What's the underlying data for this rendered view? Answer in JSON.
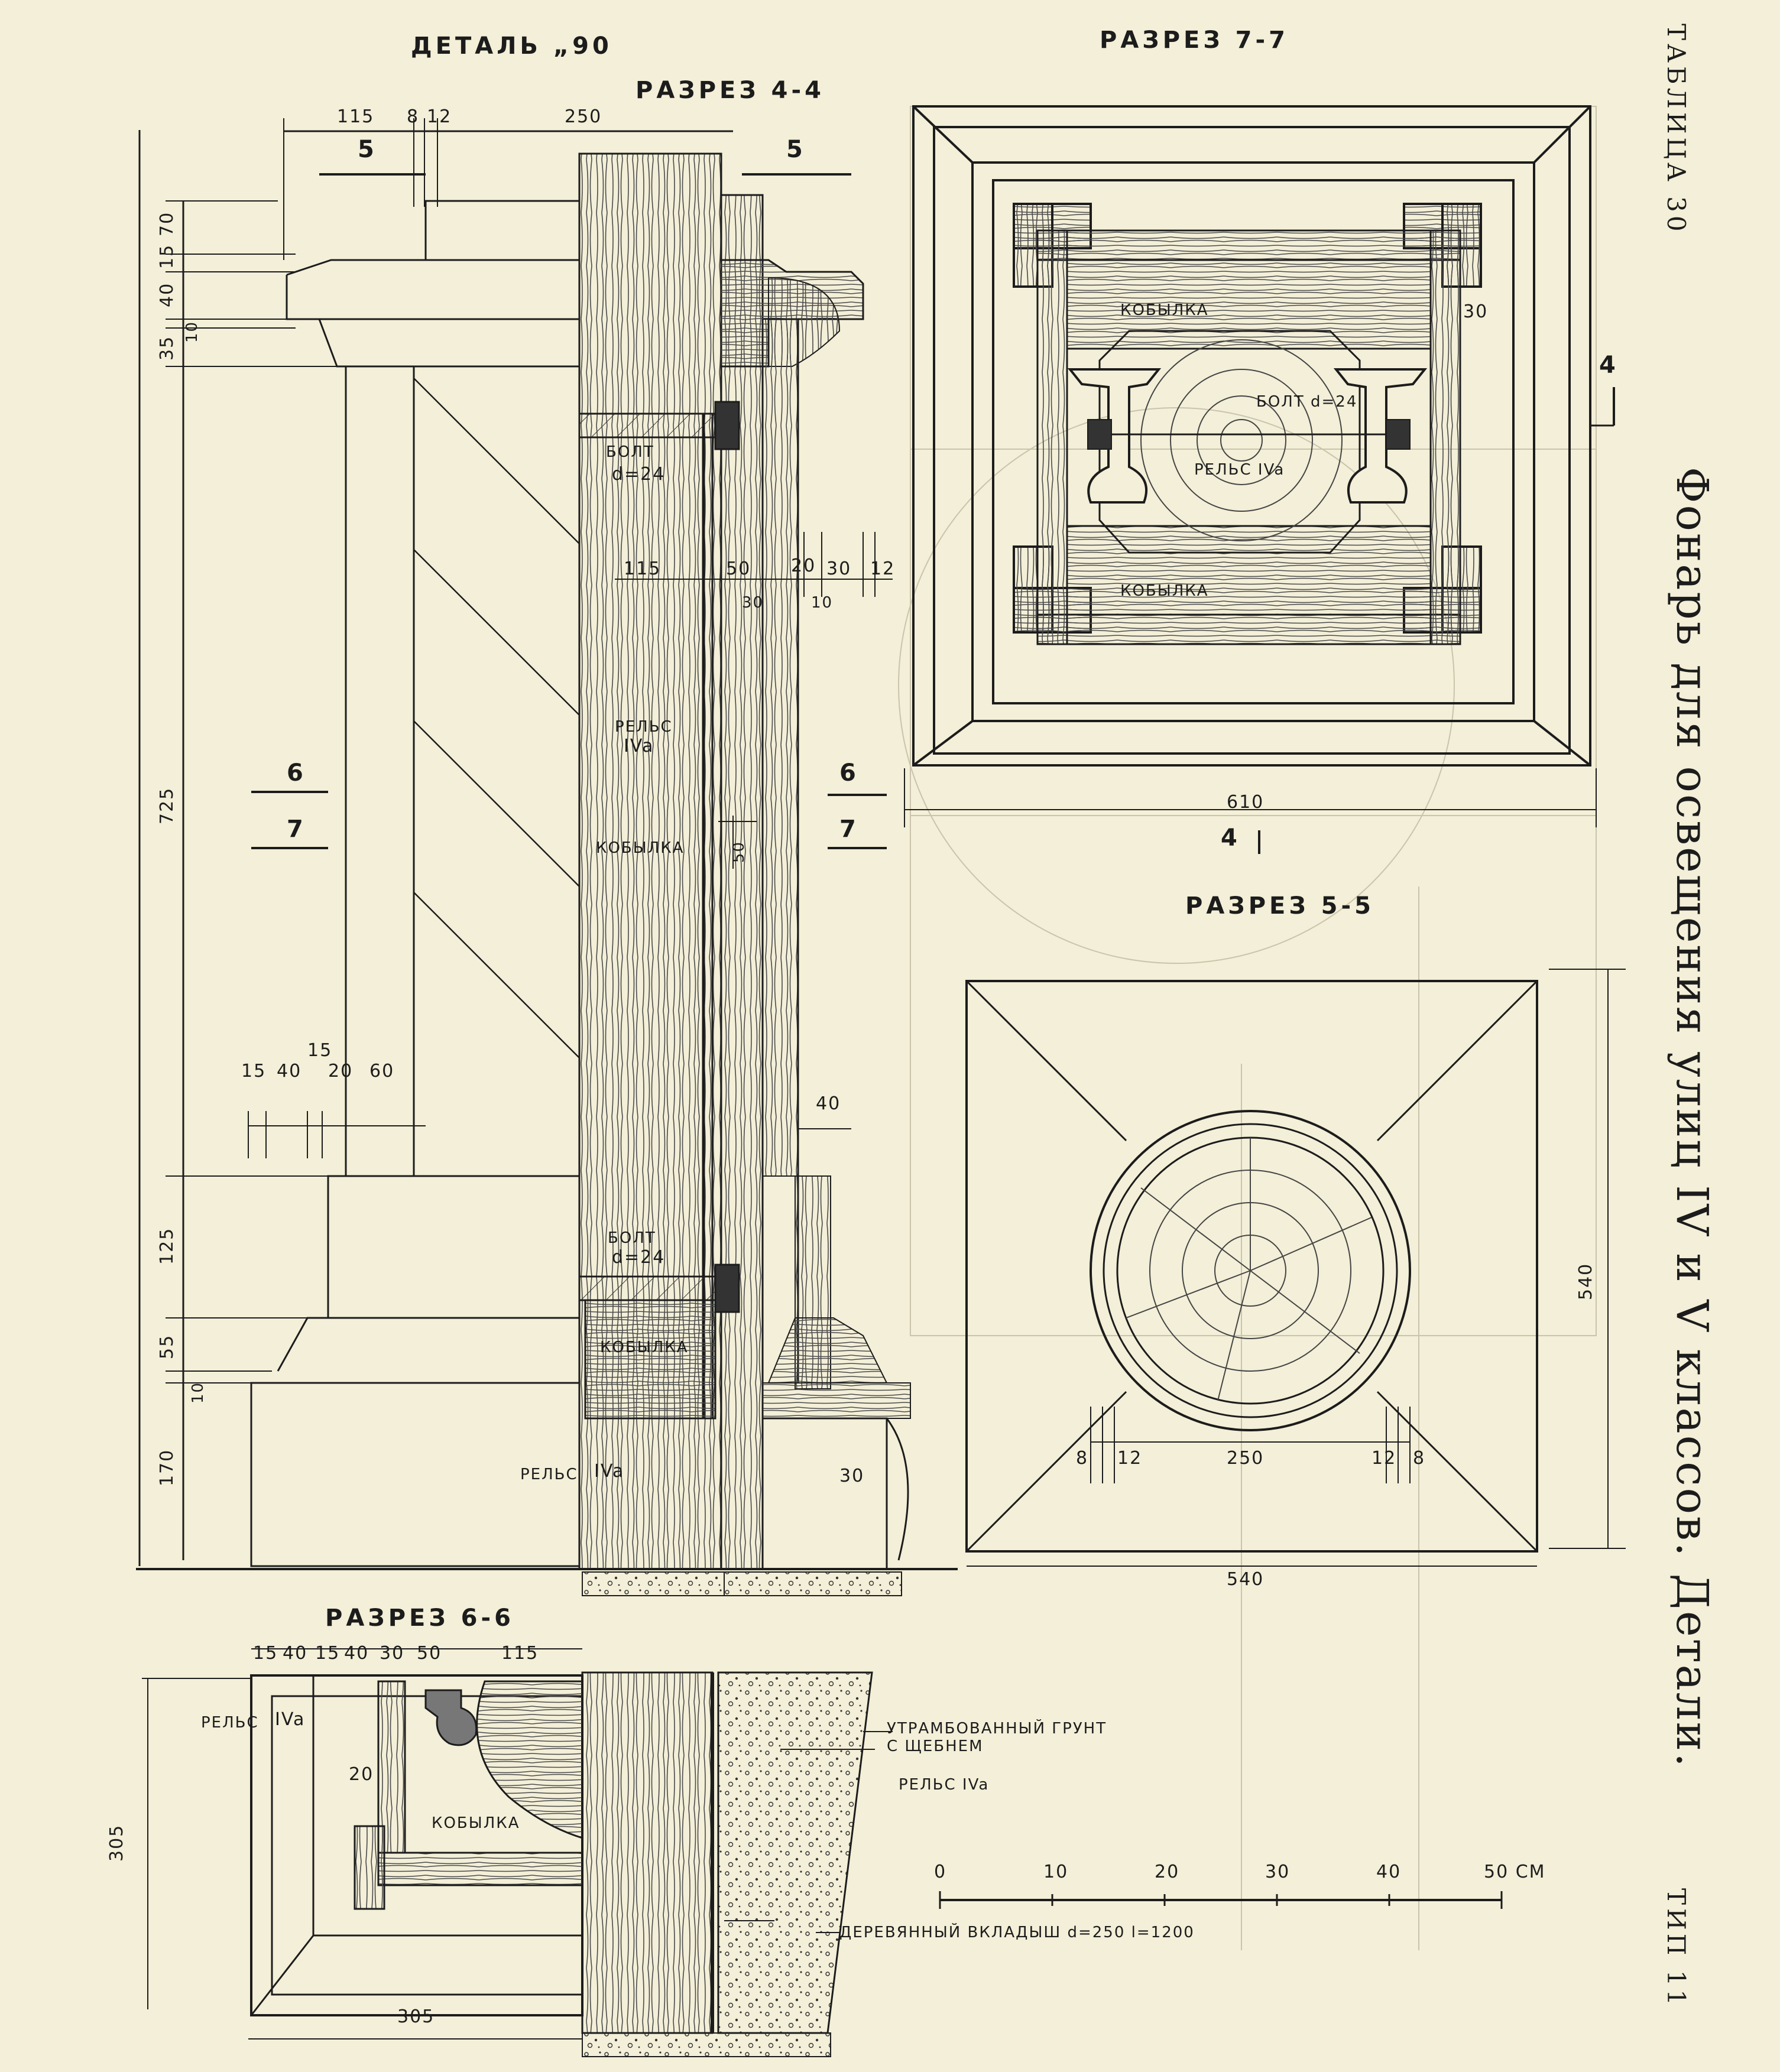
{
  "sheet": {
    "table_label": "ТАБЛИЦА 30",
    "title": "Фонарь для освещения улиц IV и V классов. Детали.",
    "type_label": "ТИП 11"
  },
  "sections": {
    "detail": "ДЕТАЛЬ „90",
    "s44": "РАЗРЕЗ 4-4",
    "s77": "РАЗРЕЗ 7-7",
    "s55": "РАЗРЕЗ 5-5",
    "s66": "РАЗРЕЗ 6-6"
  },
  "cut_marks": {
    "five": "5",
    "six": "6",
    "seven": "7",
    "four": "4"
  },
  "elevation": {
    "top_dims": [
      "115",
      "8",
      "12",
      "250"
    ],
    "left_dims": [
      "70",
      "15",
      "40",
      "10",
      "35",
      "725",
      "125",
      "55",
      "10",
      "170"
    ],
    "detail_dims": [
      "15",
      "40",
      "15",
      "20",
      "60"
    ],
    "mid_dims": [
      "115",
      "50",
      "30",
      "20",
      "30",
      "10",
      "12"
    ],
    "right_dims": [
      "40",
      "30"
    ],
    "bolt_top": "БОЛТ",
    "bolt_top_d": "d=24",
    "bolt_bottom": "БОЛТ",
    "bolt_bottom_d": "d=24",
    "rail_mid": "РЕЛЬС",
    "rail_mid_type": "IVa",
    "kobylka_mid": "КОБЫЛКА",
    "kobylka_low": "КОБЫЛКА",
    "gap_dim": "50",
    "rail_low": "РЕЛЬС",
    "rail_low_type": "IVa"
  },
  "section77": {
    "kobylka_top": "КОБЫЛКА",
    "kobylka_bottom": "КОБЫЛКА",
    "bolt": "БОЛТ d=24",
    "rail": "РЕЛЬС IVa",
    "dim_30": "30",
    "width": "610"
  },
  "section55": {
    "dims_bottom": [
      "8",
      "12",
      "250",
      "12",
      "8"
    ],
    "width": "540",
    "height": "540"
  },
  "section66": {
    "top_dims": [
      "15",
      "40",
      "15",
      "40",
      "30",
      "50",
      "115"
    ],
    "rail": "РЕЛЬС",
    "rail_type": "IVa",
    "dim_20": "20",
    "kobylka": "КОБЫЛКА",
    "height": "305",
    "width": "305"
  },
  "notes": {
    "soil_line1": "УТРАМБОВАННЫЙ ГРУНТ",
    "soil_line2": "С ЩЕБНЕМ",
    "rail": "РЕЛЬС IVa",
    "insert": "ДЕРЕВЯННЫЙ ВКЛАДЫШ d=250 l=1200"
  },
  "scale": {
    "labels": [
      "0",
      "10",
      "20",
      "30",
      "40",
      "50 СМ"
    ]
  }
}
